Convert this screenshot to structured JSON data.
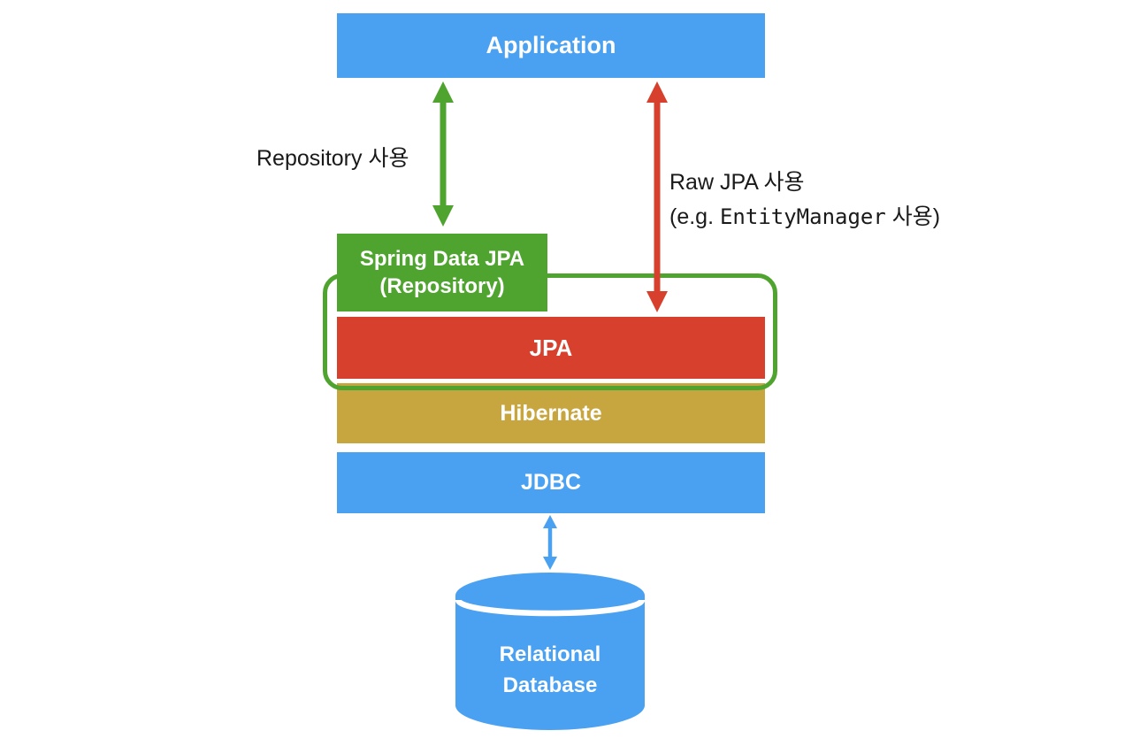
{
  "colors": {
    "bg": "#FFFFFF",
    "blue": "#4AA1F2",
    "green": "#4FA42F",
    "red": "#D7402C",
    "gold": "#C8A63F",
    "label-text": "#1A1A1A",
    "box-text": "#FFFFFF"
  },
  "boxes": {
    "application": {
      "label": "Application"
    },
    "spring_data_jpa": {
      "label_line1": "Spring Data JPA",
      "label_line2": "(Repository)"
    },
    "jpa": {
      "label": "JPA"
    },
    "hibernate": {
      "label": "Hibernate"
    },
    "jdbc": {
      "label": "JDBC"
    }
  },
  "database": {
    "label_line1": "Relational",
    "label_line2": "Database"
  },
  "annotations": {
    "repository_usage": {
      "text": "Repository 사용"
    },
    "raw_jpa_usage": {
      "line1": "Raw JPA 사용",
      "line2_prefix": "(e.g. ",
      "line2_code": "EntityManager",
      "line2_suffix": " 사용)"
    }
  },
  "icons": {
    "repository_arrow": "green-double-vertical-arrow",
    "raw_jpa_arrow": "red-double-vertical-arrow",
    "jdbc_database_arrow": "blue-double-vertical-arrow",
    "database": "database-cylinder"
  }
}
